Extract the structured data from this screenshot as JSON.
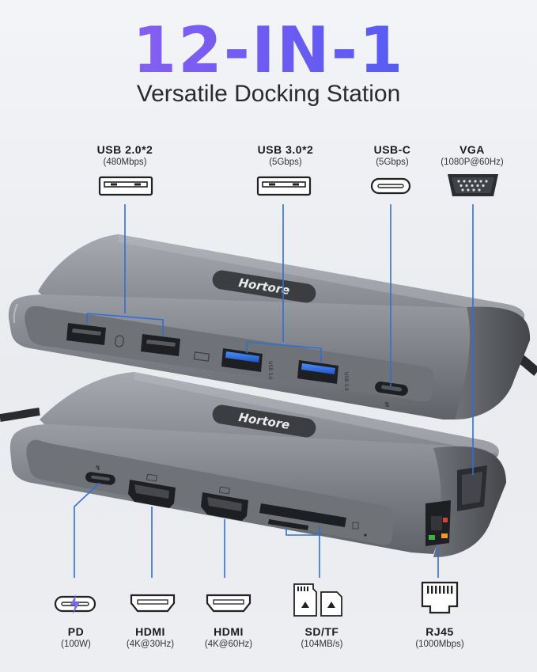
{
  "header": {
    "title": "12-IN-1",
    "subtitle": "Versatile Docking Station"
  },
  "brand": {
    "logo_text": "Hortore"
  },
  "top_ports": [
    {
      "name": "USB 2.0*2",
      "spec": "(480Mbps)"
    },
    {
      "name": "USB 3.0*2",
      "spec": "(5Gbps)"
    },
    {
      "name": "USB-C",
      "spec": "(5Gbps)"
    },
    {
      "name": "VGA",
      "spec": "(1080P@60Hz)"
    }
  ],
  "bottom_ports": [
    {
      "name": "PD",
      "spec": "(100W)"
    },
    {
      "name": "HDMI",
      "spec": "(4K@30Hz)"
    },
    {
      "name": "HDMI",
      "spec": "(4K@60Hz)"
    },
    {
      "name": "SD/TF",
      "spec": "(104MB/s)"
    },
    {
      "name": "RJ45",
      "spec": "(1000Mbps)"
    }
  ],
  "colors": {
    "title_gradient_start": "#9d62f0",
    "title_gradient_end": "#3f5cf5",
    "usb3_blue": "#2f6fe0",
    "device_gray": "#8d9096",
    "ethernet_green": "#3fb04a",
    "ethernet_orange": "#f09a28",
    "pd_bolt": "#7a6cf0"
  }
}
